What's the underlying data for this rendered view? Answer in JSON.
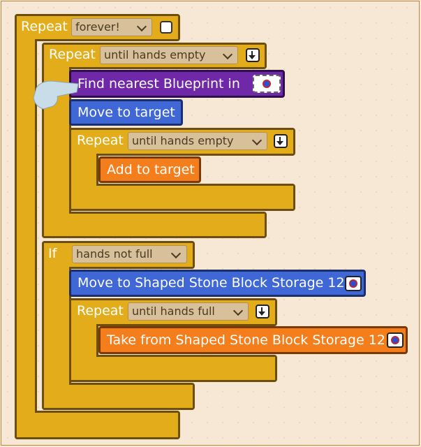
{
  "blocks": {
    "repeat_forever": {
      "keyword": "Repeat",
      "condition": "forever!"
    },
    "repeat_outer": {
      "keyword": "Repeat",
      "condition": "until hands empty"
    },
    "find_nearest": {
      "label": "Find nearest Blueprint in"
    },
    "move_to_target": {
      "label": "Move to target"
    },
    "repeat_inner": {
      "keyword": "Repeat",
      "condition": "until hands empty"
    },
    "add_to_target": {
      "label": "Add to target"
    },
    "if_block": {
      "keyword": "If",
      "condition": "hands not full"
    },
    "move_to_storage": {
      "label": "Move to Shaped Stone Block Storage 12"
    },
    "repeat_full": {
      "keyword": "Repeat",
      "condition": "until hands full"
    },
    "take_from": {
      "label": "Take from Shaped Stone Block Storage 12"
    }
  },
  "icons": {
    "checkbox": "checkbox-icon",
    "down_arrow": "down-arrow-icon",
    "target": "target-icon",
    "dropdown": "chevron-down-icon",
    "hand": "pointer-hand-icon"
  },
  "colors": {
    "control": "#e3ac1b",
    "sensing": "#6f28a8",
    "motion": "#3f68d6",
    "action": "#f47e1c",
    "background": "#f7e8d5"
  }
}
